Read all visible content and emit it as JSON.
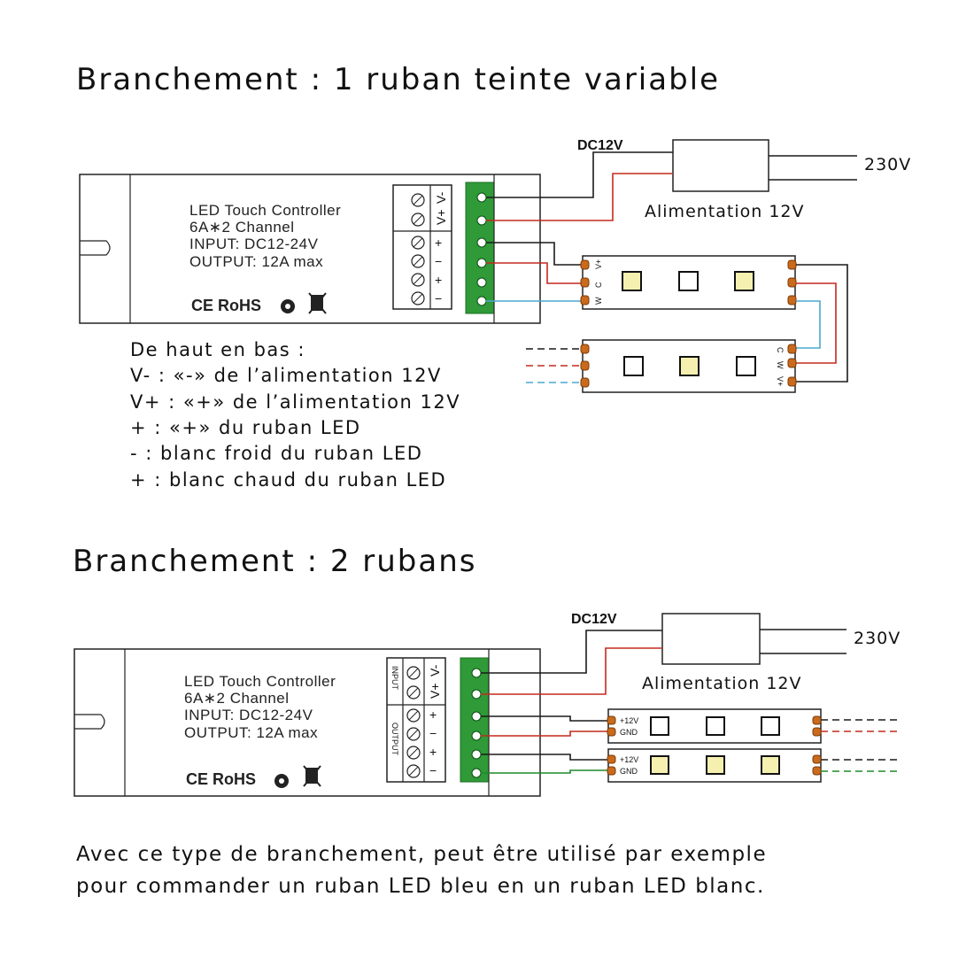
{
  "section1": {
    "title": "Branchement : 1 ruban teinte variable",
    "controller": {
      "line1": "LED Touch Controller",
      "line2": "6A∗2 Channel",
      "line3": "INPUT: DC12-24V",
      "line4": "OUTPUT: 12A max",
      "marks": "CE RoHS",
      "terminals": [
        "V-",
        "V+",
        "+",
        "−",
        "+",
        "−"
      ]
    },
    "dc_label": "DC12V",
    "mains_label": "230V",
    "psu_label": "Alimentation 12V",
    "strip_labels_top": [
      "V+",
      "C",
      "W"
    ],
    "strip_labels_bottom": [
      "C",
      "W",
      "V+"
    ],
    "notes": [
      "De haut en bas :",
      "V- : «-» de l’alimentation 12V",
      "V+ : «+» de l’alimentation 12V",
      "+ : «+» du ruban LED",
      "- : blanc froid du ruban LED",
      "+ : blanc chaud du ruban LED"
    ]
  },
  "section2": {
    "title": "Branchement : 2 rubans",
    "controller": {
      "line1": "LED Touch Controller",
      "line2": "6A∗2 Channel",
      "line3": "INPUT: DC12-24V",
      "line4": "OUTPUT: 12A max",
      "marks": "CE RoHS",
      "group_input": "INPUT",
      "group_output": "OUTPUT",
      "terminals": [
        "V-",
        "V+",
        "+",
        "−",
        "+",
        "−"
      ]
    },
    "dc_label": "DC12V",
    "mains_label": "230V",
    "psu_label": "Alimentation 12V",
    "strip_pad_labels": [
      "+12V",
      "GND"
    ]
  },
  "footer": {
    "line1": "Avec ce type de branchement, peut être utilisé par exemple",
    "line2": "pour commander un ruban LED bleu en un ruban LED blanc."
  },
  "colors": {
    "terminal_green": "#2f9a37",
    "wire_red": "#c42a1e",
    "wire_blue": "#4aa9cf",
    "wire_green": "#1e8a2a",
    "pad_orange": "#c96a1c",
    "led_warm": "#f6f0b0"
  },
  "icons": [
    "screw-terminal-icon",
    "gear-icon",
    "weee-bin-icon"
  ]
}
